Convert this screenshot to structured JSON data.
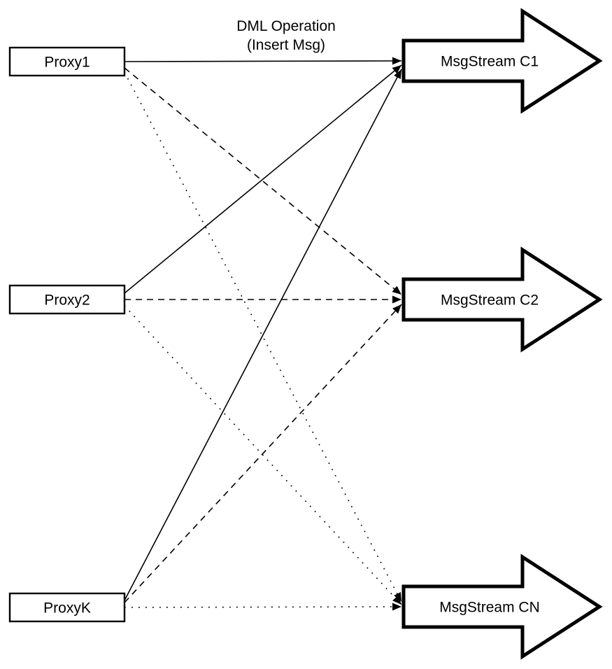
{
  "diagram": {
    "annotation": {
      "line1": "DML Operation",
      "line2": "(Insert Msg)"
    },
    "proxies": [
      {
        "label": "Proxy1"
      },
      {
        "label": "Proxy2"
      },
      {
        "label": "ProxyK"
      }
    ],
    "streams": [
      {
        "label": "MsgStream C1"
      },
      {
        "label": "MsgStream C2"
      },
      {
        "label": "MsgStream CN"
      }
    ],
    "connections": [
      {
        "from": "Proxy1",
        "to": "MsgStream C1",
        "style": "solid"
      },
      {
        "from": "Proxy2",
        "to": "MsgStream C1",
        "style": "solid"
      },
      {
        "from": "ProxyK",
        "to": "MsgStream C1",
        "style": "solid"
      },
      {
        "from": "Proxy1",
        "to": "MsgStream C2",
        "style": "dashed"
      },
      {
        "from": "Proxy2",
        "to": "MsgStream C2",
        "style": "dashed"
      },
      {
        "from": "ProxyK",
        "to": "MsgStream C2",
        "style": "dashed"
      },
      {
        "from": "Proxy1",
        "to": "MsgStream CN",
        "style": "dotted"
      },
      {
        "from": "Proxy2",
        "to": "MsgStream CN",
        "style": "dotted"
      },
      {
        "from": "ProxyK",
        "to": "MsgStream CN",
        "style": "dotted"
      }
    ],
    "colors": {
      "stroke": "#000000",
      "fill": "#ffffff",
      "background": "#ffffff"
    }
  }
}
